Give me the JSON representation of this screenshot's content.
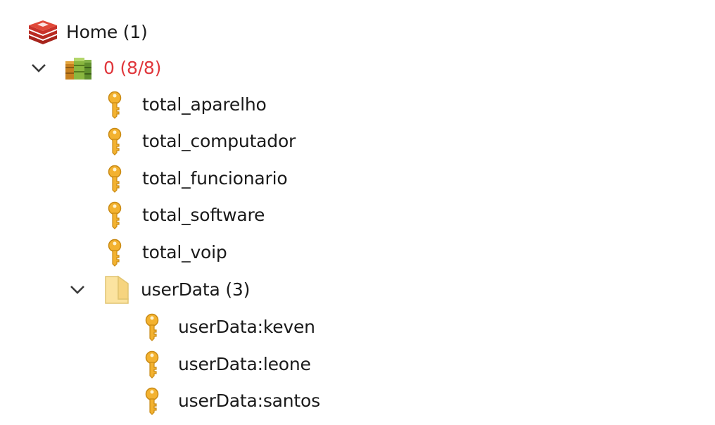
{
  "tree": {
    "home": {
      "label": "Home (1)",
      "icon": "redis-logo-icon"
    },
    "database": {
      "label": "0 (8/8)",
      "icon": "database-icon",
      "expanded": true,
      "color": "#e0373c"
    },
    "keys": [
      {
        "label": "total_aparelho",
        "icon": "key-icon"
      },
      {
        "label": "total_computador",
        "icon": "key-icon"
      },
      {
        "label": "total_funcionario",
        "icon": "key-icon"
      },
      {
        "label": "total_software",
        "icon": "key-icon"
      },
      {
        "label": "total_voip",
        "icon": "key-icon"
      }
    ],
    "folder": {
      "label": "userData (3)",
      "icon": "folder-icon",
      "expanded": true,
      "children": [
        {
          "label": "userData:keven",
          "icon": "key-icon"
        },
        {
          "label": "userData:leone",
          "icon": "key-icon"
        },
        {
          "label": "userData:santos",
          "icon": "key-icon"
        }
      ]
    }
  },
  "colors": {
    "key": "#f3b230",
    "folder": "#fbe3a0",
    "redis": "#d33b2f",
    "database": "#7ba33a"
  }
}
